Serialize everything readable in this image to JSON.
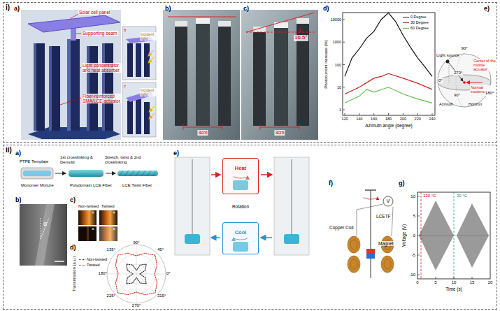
{
  "diagram": {
    "nodes": [
      {
        "text": [
          "i)"
        ]
      },
      {
        "text": [
          "ii)"
        ]
      },
      {
        "text": [
          "Heat"
        ],
        "in": 1
      },
      {
        "text": [
          "Cool"
        ],
        "in": 1
      }
    ],
    "labels": [
      "a)",
      "Solar cell panel",
      "Supporting beam",
      "Light concentrator and heat absorber",
      "Fiber-reinforced SMA/LCE actuator",
      "Incident light",
      "Incident light",
      "b",
      "c",
      "b)",
      "3cm",
      "c)",
      "16.5°",
      "3cm",
      "d)",
      "Photocurrent increase (%)",
      "10000",
      "1000",
      "100",
      "10",
      "1",
      "120",
      "140",
      "160",
      "180",
      "200",
      "220",
      "240",
      "Azimuth angle (degree)",
      "e)",
      "90°",
      "Light source",
      "Center of the middle actuator",
      "0°",
      "270°",
      "Normal incidence",
      "90°",
      "180°",
      "Azimuth",
      "Horizon",
      "a)",
      "PTFE Template",
      "Monomer Mixture",
      "1st crosslinking & Demold",
      "Polydomain LCE Fiber",
      "Stretch, twist & 2nd crosslinking",
      "LCE Twist Fiber",
      "b)",
      "α",
      "c)",
      "Non-twisted",
      "Twisted",
      "+",
      "+",
      "×",
      "×",
      "d)",
      "Transmission (a.u.)",
      "90°",
      "45°",
      "0°",
      "315°",
      "270°",
      "225°",
      "180°",
      "135°",
      "e)",
      "Rotation",
      "f)",
      "Copper Coil",
      "LCETF",
      "V",
      "Magnet",
      "g)",
      "Voltage (V)",
      "10",
      "5",
      "0",
      "-5",
      "-10",
      "0",
      "5",
      "10",
      "15",
      "20",
      "Time (s)",
      "130 °C",
      "30 °C"
    ],
    "legend": [
      {
        "text": "0 Degree"
      },
      {
        "text": "30 Degree"
      },
      {
        "text": "60 Degree"
      },
      {
        "text": "Non-twisted"
      },
      {
        "text": "Twisted"
      }
    ]
  }
}
